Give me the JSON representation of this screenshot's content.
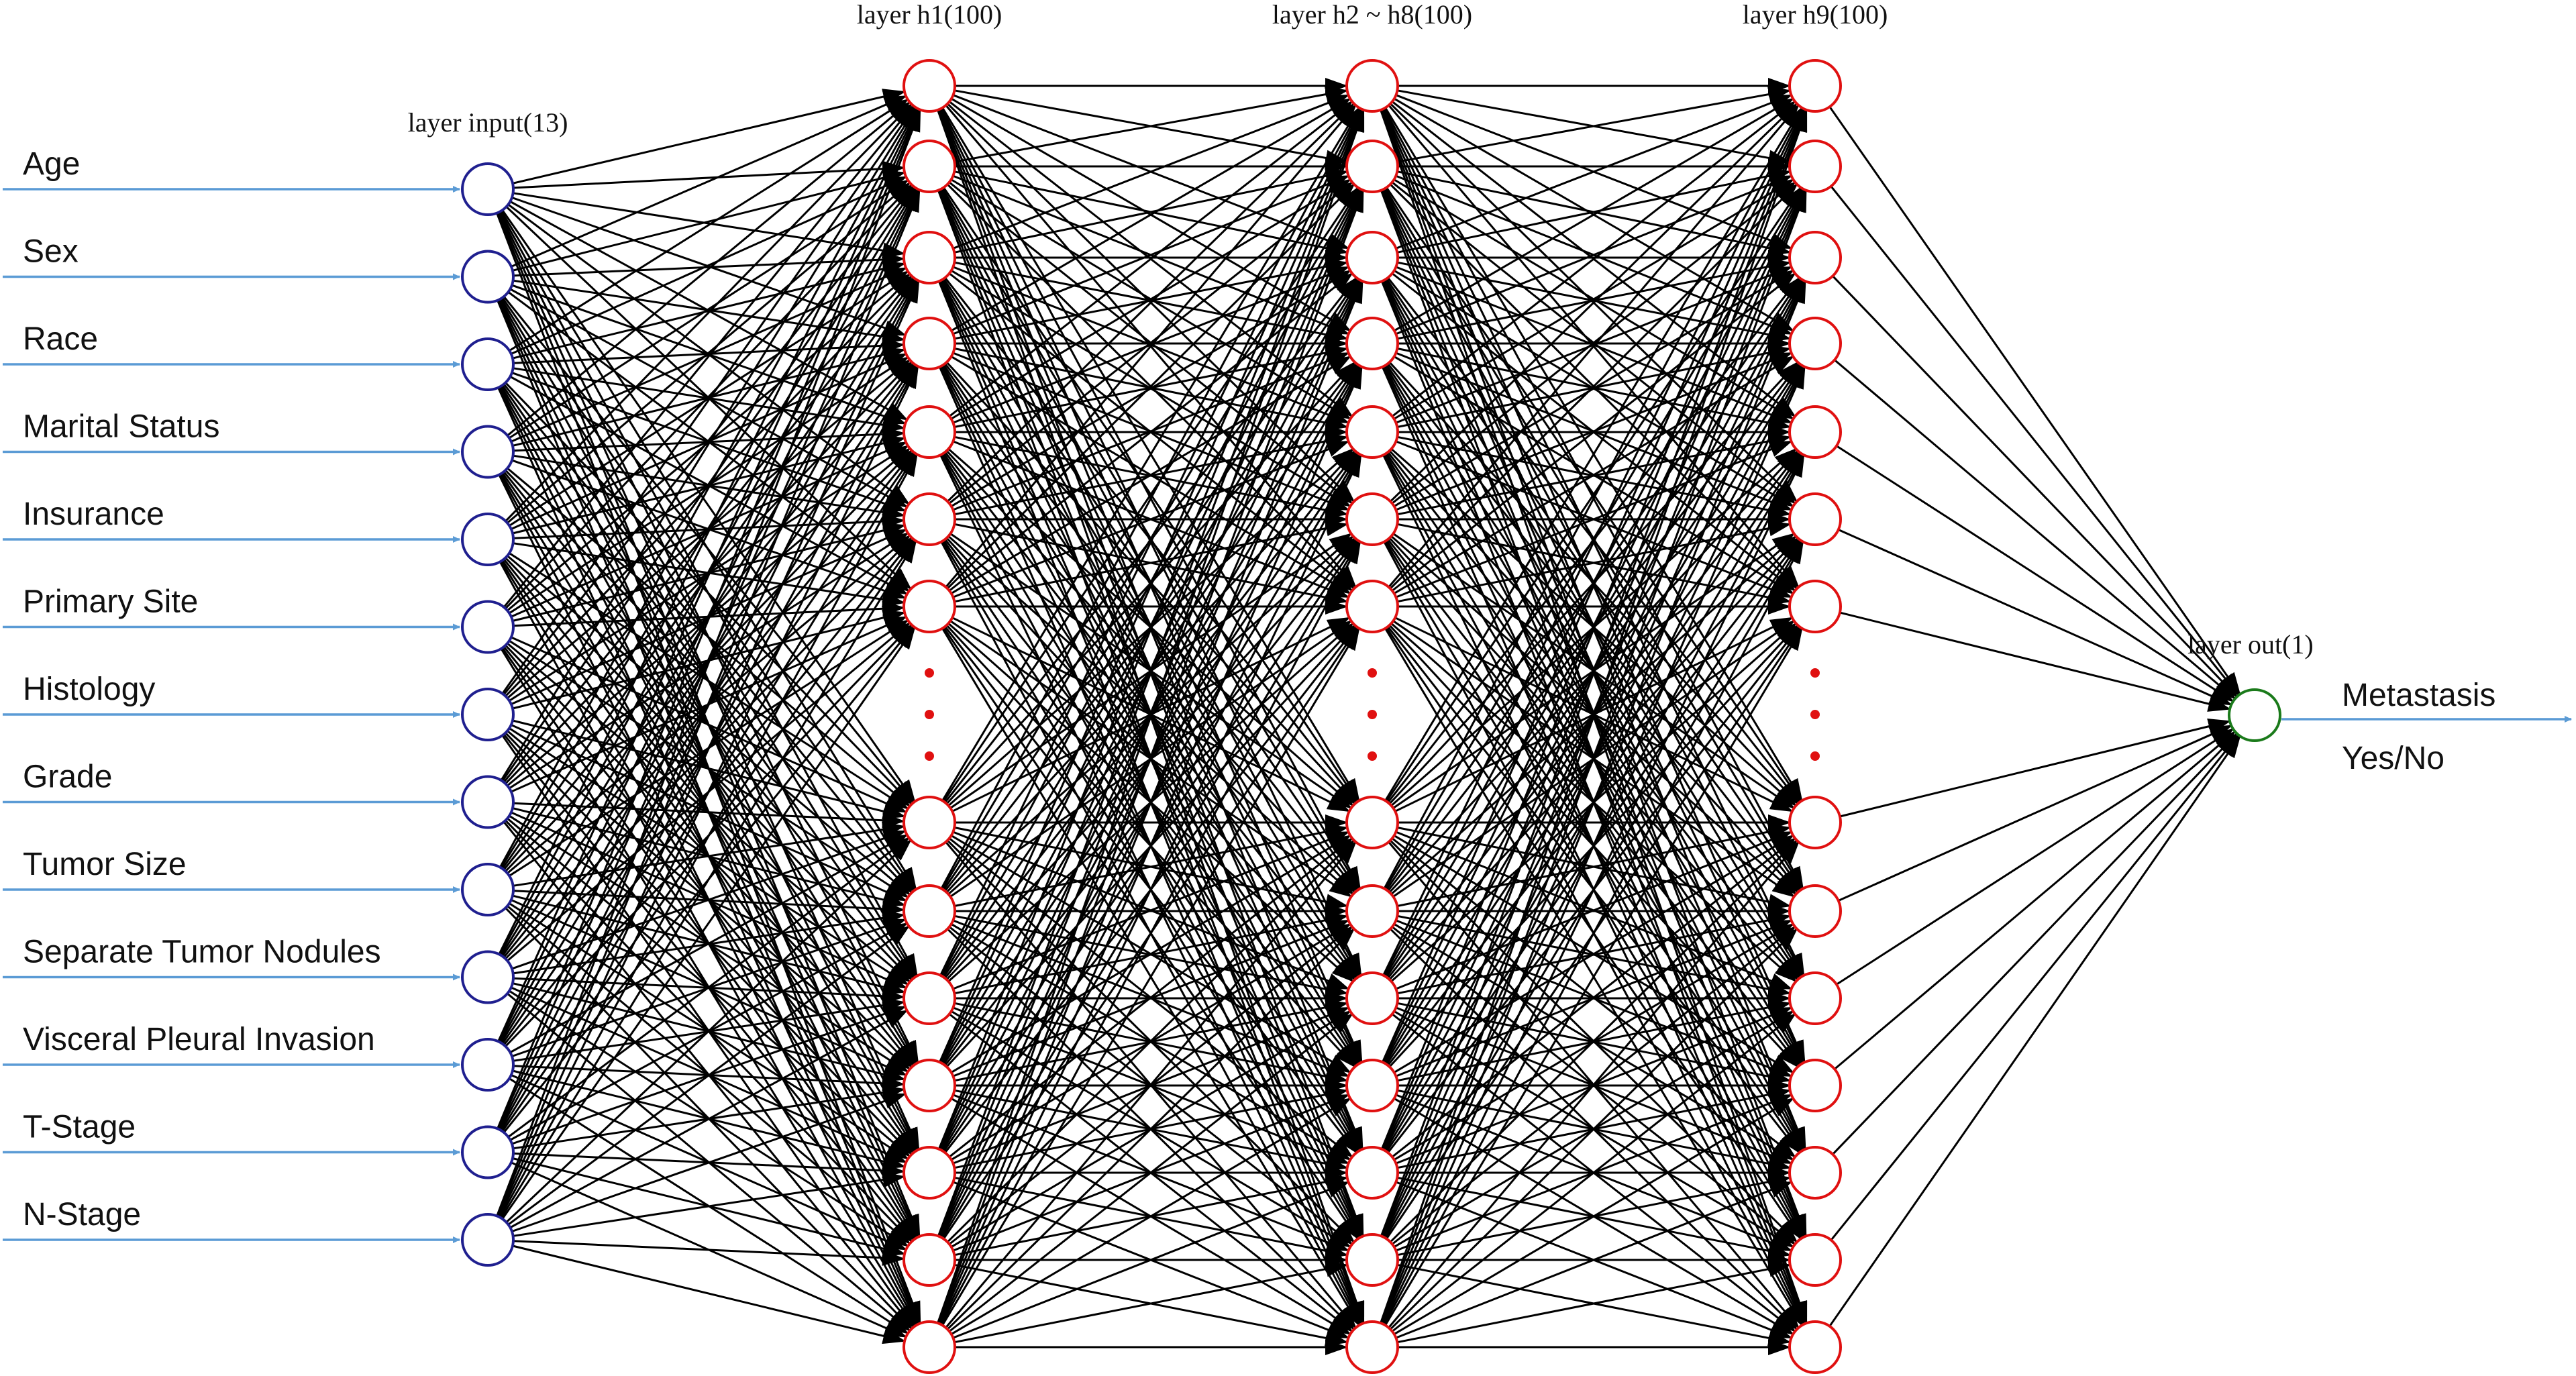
{
  "colors": {
    "input_node": "#1f1f8f",
    "hidden_node": "#e01010",
    "output_node": "#1a7a1a",
    "edge": "#000000",
    "arrow": "#5b9bd5",
    "ellipsis_dot": "#e01010"
  },
  "layers": {
    "input": {
      "label": "layer input(13)",
      "features": [
        "Age",
        "Sex",
        "Race",
        "Marital Status",
        "Insurance",
        "Primary Site",
        "Histology",
        "Grade",
        "Tumor Size",
        "Separate Tumor Nodules",
        "Visceral Pleural Invasion",
        "T-Stage",
        "N-Stage"
      ]
    },
    "h1": {
      "label": "layer h1(100)"
    },
    "h2_h8": {
      "label": "layer h2 ~ h8(100)"
    },
    "h9": {
      "label": "layer h9(100)"
    },
    "output": {
      "label": "layer out(1)",
      "result_line1": "Metastasis",
      "result_line2": "Yes/No"
    }
  }
}
